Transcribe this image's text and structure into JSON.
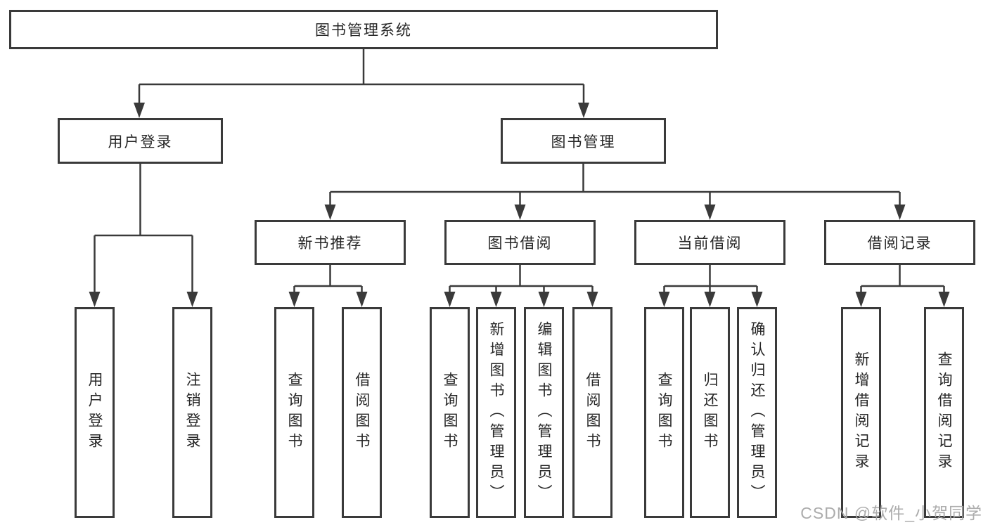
{
  "diagram": {
    "root": {
      "label": "图书管理系统"
    },
    "branches": [
      {
        "label": "用户登录",
        "children": [
          {
            "label": "用户登录"
          },
          {
            "label": "注销登录"
          }
        ]
      },
      {
        "label": "图书管理",
        "children": [
          {
            "label": "新书推荐",
            "children": [
              {
                "label": "查询图书"
              },
              {
                "label": "借阅图书"
              }
            ]
          },
          {
            "label": "图书借阅",
            "children": [
              {
                "label": "查询图书"
              },
              {
                "label": "新增图书（管理员）"
              },
              {
                "label": "编辑图书（管理员）"
              },
              {
                "label": "借阅图书"
              }
            ]
          },
          {
            "label": "当前借阅",
            "children": [
              {
                "label": "查询图书"
              },
              {
                "label": "归还图书"
              },
              {
                "label": "确认归还（管理员）"
              }
            ]
          },
          {
            "label": "借阅记录",
            "children": [
              {
                "label": "新增借阅记录"
              },
              {
                "label": "查询借阅记录"
              }
            ]
          }
        ]
      }
    ]
  },
  "colors": {
    "line": "#3a3a3a",
    "box_border": "#3a3a3a",
    "text": "#262626",
    "watermark": "#a8a8a8"
  },
  "watermark": {
    "text": "CSDN @软件_小贺同学"
  }
}
